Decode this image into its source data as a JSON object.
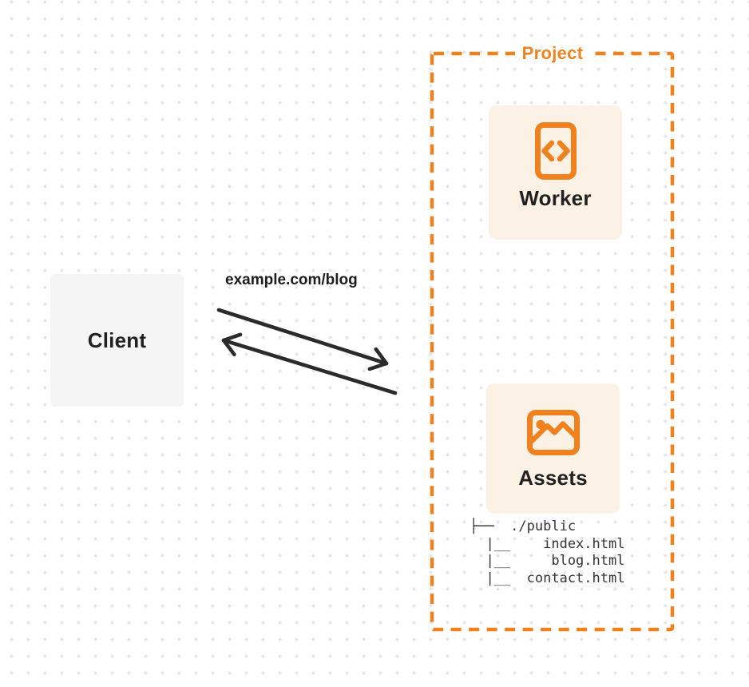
{
  "diagram": {
    "client": {
      "label": "Client"
    },
    "request": {
      "url_label": "example.com/blog"
    },
    "project": {
      "label": "Project",
      "worker": {
        "label": "Worker",
        "icon": "code-icon"
      },
      "assets": {
        "label": "Assets",
        "icon": "image-icon",
        "file_tree": "├──  ./public\n  |__    index.html\n  |__     blog.html\n  |__  contact.html"
      }
    },
    "colors": {
      "accent_orange": "#F0811F",
      "card_background": "#FCF1E5",
      "client_background": "#F5F5F6",
      "arrow": "#2B2B2B",
      "text_dark": "#212121",
      "grid_dot": "#E6E6E9"
    }
  }
}
